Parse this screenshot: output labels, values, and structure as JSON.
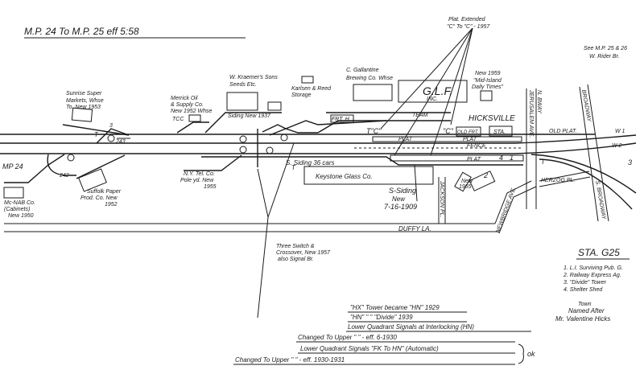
{
  "title": "M.P. 24 To M.P. 25 eff 5:58",
  "labels": {
    "mp24": "MP 24",
    "sunrise": [
      "Sunrise Super",
      "Markets, Whse",
      "To. New 1953"
    ],
    "merrick_oil": [
      "Merrick Oil",
      "& Supply Co.",
      "New 1952 Whse"
    ],
    "tcc": "TCC",
    "kraemer": [
      "W. Kraemer's Sons",
      "Seeds Etc."
    ],
    "siding_1937": "Siding New 1937",
    "karlson": [
      "Karlsen & Reed",
      "Storage"
    ],
    "frt_h": "FRT. H.",
    "c_gallantine": [
      "C. Gallantine",
      "Brewing Co. Whse"
    ],
    "glf": "G.L.F.",
    "glf_inc": "INC.",
    "mid_island": [
      "New 1959",
      "\"Mid-Island",
      "Daily Times\""
    ],
    "plat_extended": [
      "Plat. Extended",
      "\"C\" To \"C\" - 1957"
    ],
    "team": "TEAM",
    "hicksville": "HICKSVILLE",
    "tc": "T\"C\"",
    "c": "\"C\"",
    "old_frt": "OLD FRT.",
    "sta": "STA.",
    "plat": "PLAT",
    "fence": "FENCE",
    "old_plat": "OLD PLAT.",
    "jerusalem": "JERUSALEM AVE.",
    "n_bway": "N. BWAY",
    "broadway": "BROADWAY",
    "s_broadway": "S. BROADWAY",
    "see_mp": [
      "See M.P. 25 & 26",
      "W. Rider Br."
    ],
    "s_siding": "S. Siding 36 cars",
    "keystone": "Keystone Glass Co.",
    "s_siding_new": [
      "S-Siding",
      "New",
      "7-16-1909"
    ],
    "jackson_pl": "JACKSON PL.",
    "duffy_la": "DUFFY LA.",
    "herzog_pl": "HERZOG PL.",
    "newbridge": "NEWBRIDGE AVE.",
    "new_1955": [
      "New",
      "1955"
    ],
    "ny_tel": [
      "N.Y. Tel. Co.",
      "Pole yd. New",
      "1955"
    ],
    "mc_nab": [
      "Mc-NAB Co.",
      "(Cabinets)",
      "New 1950"
    ],
    "suffolk_paper": [
      "Suffolk Paper",
      "Prod. Co. New",
      "1952"
    ],
    "three_switch": [
      "Three Switch &",
      "Crossover, New 1957",
      "also Signal Br."
    ],
    "siding_36": "36 cars",
    "nums": {
      "n243": "243",
      "n242": "242",
      "n3": "3",
      "n1": "1",
      "n2": "2",
      "n4": "4",
      "tw": "T",
      "l": "L",
      "w1": "W 1",
      "w2": "W 2"
    }
  },
  "legend": {
    "title": "STA. G25",
    "items": [
      "1. L.I. Surviving Pub. G.",
      "2. Railway Express Ag.",
      "3. \"Divide\" Tower",
      "4. Shelter Shed"
    ],
    "town_note": [
      "Town",
      "Named After",
      "Mr. Valentine Hicks"
    ]
  },
  "notes": [
    "\"HX\" Tower became \"HN\" 1929",
    "\"HN\"    \"        \"  \"Divide\" 1939",
    "Lower Quadrant Signals at Interlocking (HN)",
    "Changed To Upper    \"         \"   - eff. 6-1930",
    "Lower Quadrant Signals \"FK To HN\" (Automatic)",
    "Changed To   Upper        \"            \"   - eff. 1930-1931",
    "ok"
  ]
}
